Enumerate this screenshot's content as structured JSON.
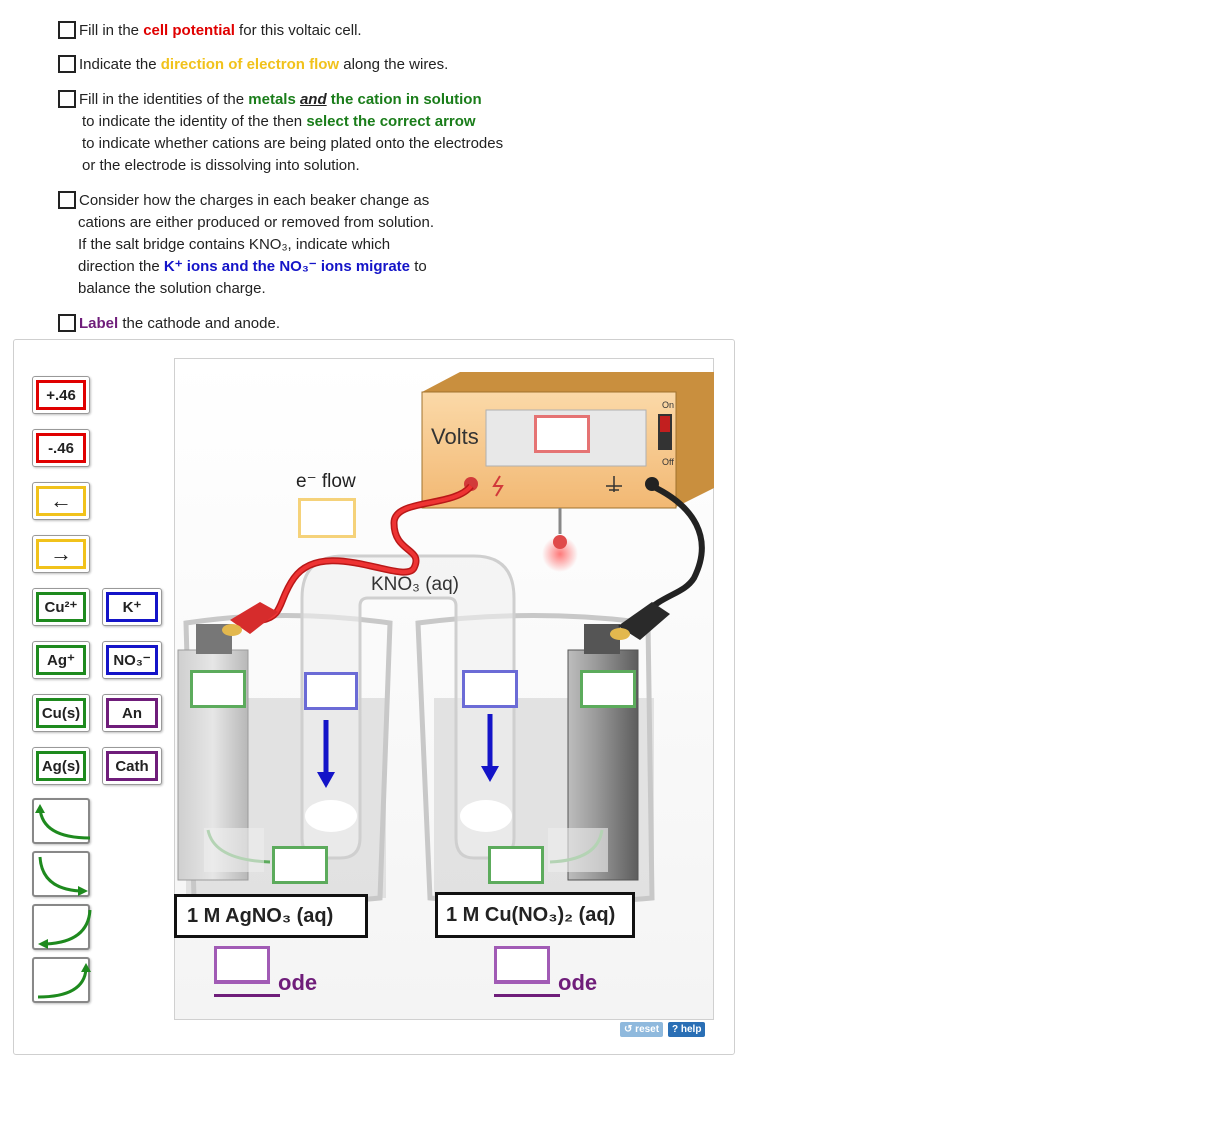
{
  "instructions": {
    "i1": {
      "pre": "Fill in the ",
      "hl": "cell potential",
      "post": " for this voltaic cell."
    },
    "i2": {
      "pre": "Indicate the ",
      "hl": "direction of electron flow",
      "post": " along the wires."
    },
    "i3": {
      "pre": "Fill in the identities of the ",
      "hl1": "metals ",
      "hl1b": "and",
      "hl1c": " the cation in solution",
      "line2_pre": "to indicate the identity of the then ",
      "line2_hl": "select the correct arrow",
      "line3": "to indicate whether cations are being plated onto the electrodes",
      "line4": "or the electrode is dissolving into solution."
    },
    "i4": {
      "line1": "Consider how the charges in each beaker change as",
      "line2": "cations are either produced or removed from solution.",
      "line3": "If the salt bridge contains KNO₃, indicate which",
      "line4_pre": "direction the ",
      "line4_hl": "K⁺ ions and the NO₃⁻ ions migrate",
      "line4_post": " to",
      "line5": "balance the solution charge."
    },
    "i5": {
      "hl": "Label",
      "post": " the cathode and anode."
    }
  },
  "palette": {
    "pos": "+.46",
    "neg": "-.46",
    "left_arrow": "←",
    "right_arrow": "→",
    "cu2": "Cu²⁺",
    "ag": "Ag⁺",
    "cus": "Cu(s)",
    "ags": "Ag(s)",
    "k": "K⁺",
    "no3": "NO₃⁻",
    "an": "An",
    "cath": "Cath"
  },
  "scene": {
    "volts_label": "Volts",
    "on_label": "On",
    "off_label": "Off",
    "eflow_label": "e⁻ flow",
    "bridge_label": "KNO₃ (aq)",
    "left_solution": "1 M AgNO₃ (aq)",
    "right_solution": "1 M Cu(NO₃)₂ (aq)",
    "ode_left": "ode",
    "ode_right": "ode"
  },
  "controls": {
    "reset": "reset",
    "help": "? help"
  },
  "colors": {
    "red": "#e00000",
    "yellow": "#f1c21b",
    "green": "#1e8a1e",
    "blue": "#1414c8",
    "purple": "#6f1d7a",
    "meter": "#f5c98a"
  }
}
